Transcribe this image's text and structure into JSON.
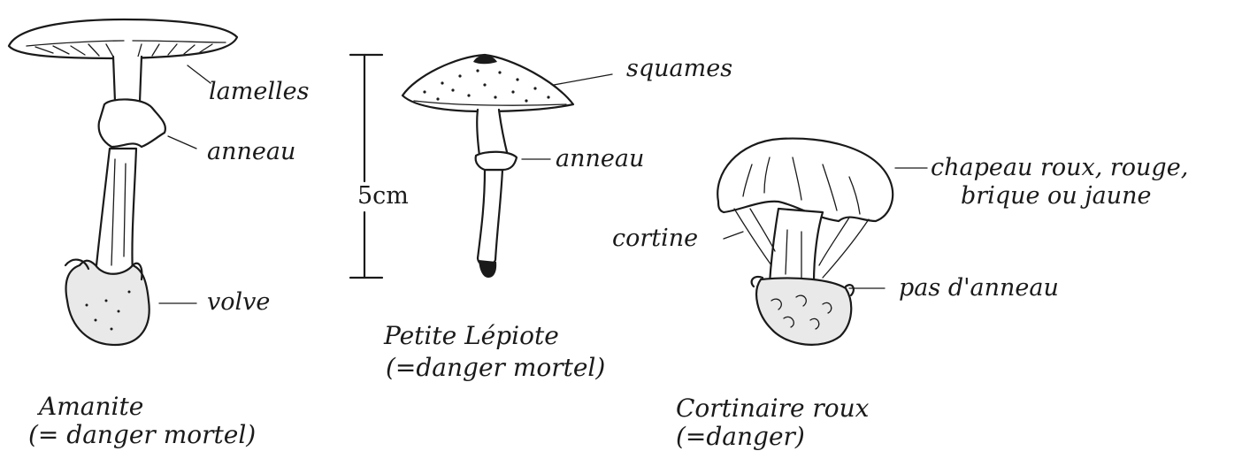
{
  "amanite": {
    "labels": {
      "lamelles": "lamelles",
      "anneau": "anneau",
      "volve": "volve"
    },
    "name": "Amanite",
    "danger": "(= danger mortel)"
  },
  "scale": {
    "label": "5cm"
  },
  "lepiote": {
    "labels": {
      "squames": "squames",
      "anneau": "anneau"
    },
    "name": "Petite Lépiote",
    "danger": "(=danger mortel)"
  },
  "cortinaire": {
    "labels": {
      "chapeau_line1": "chapeau roux, rouge,",
      "chapeau_line2": "brique ou jaune",
      "cortine": "cortine",
      "pas_anneau": "pas d'anneau"
    },
    "name": "Cortinaire roux",
    "danger": "(=danger)"
  }
}
